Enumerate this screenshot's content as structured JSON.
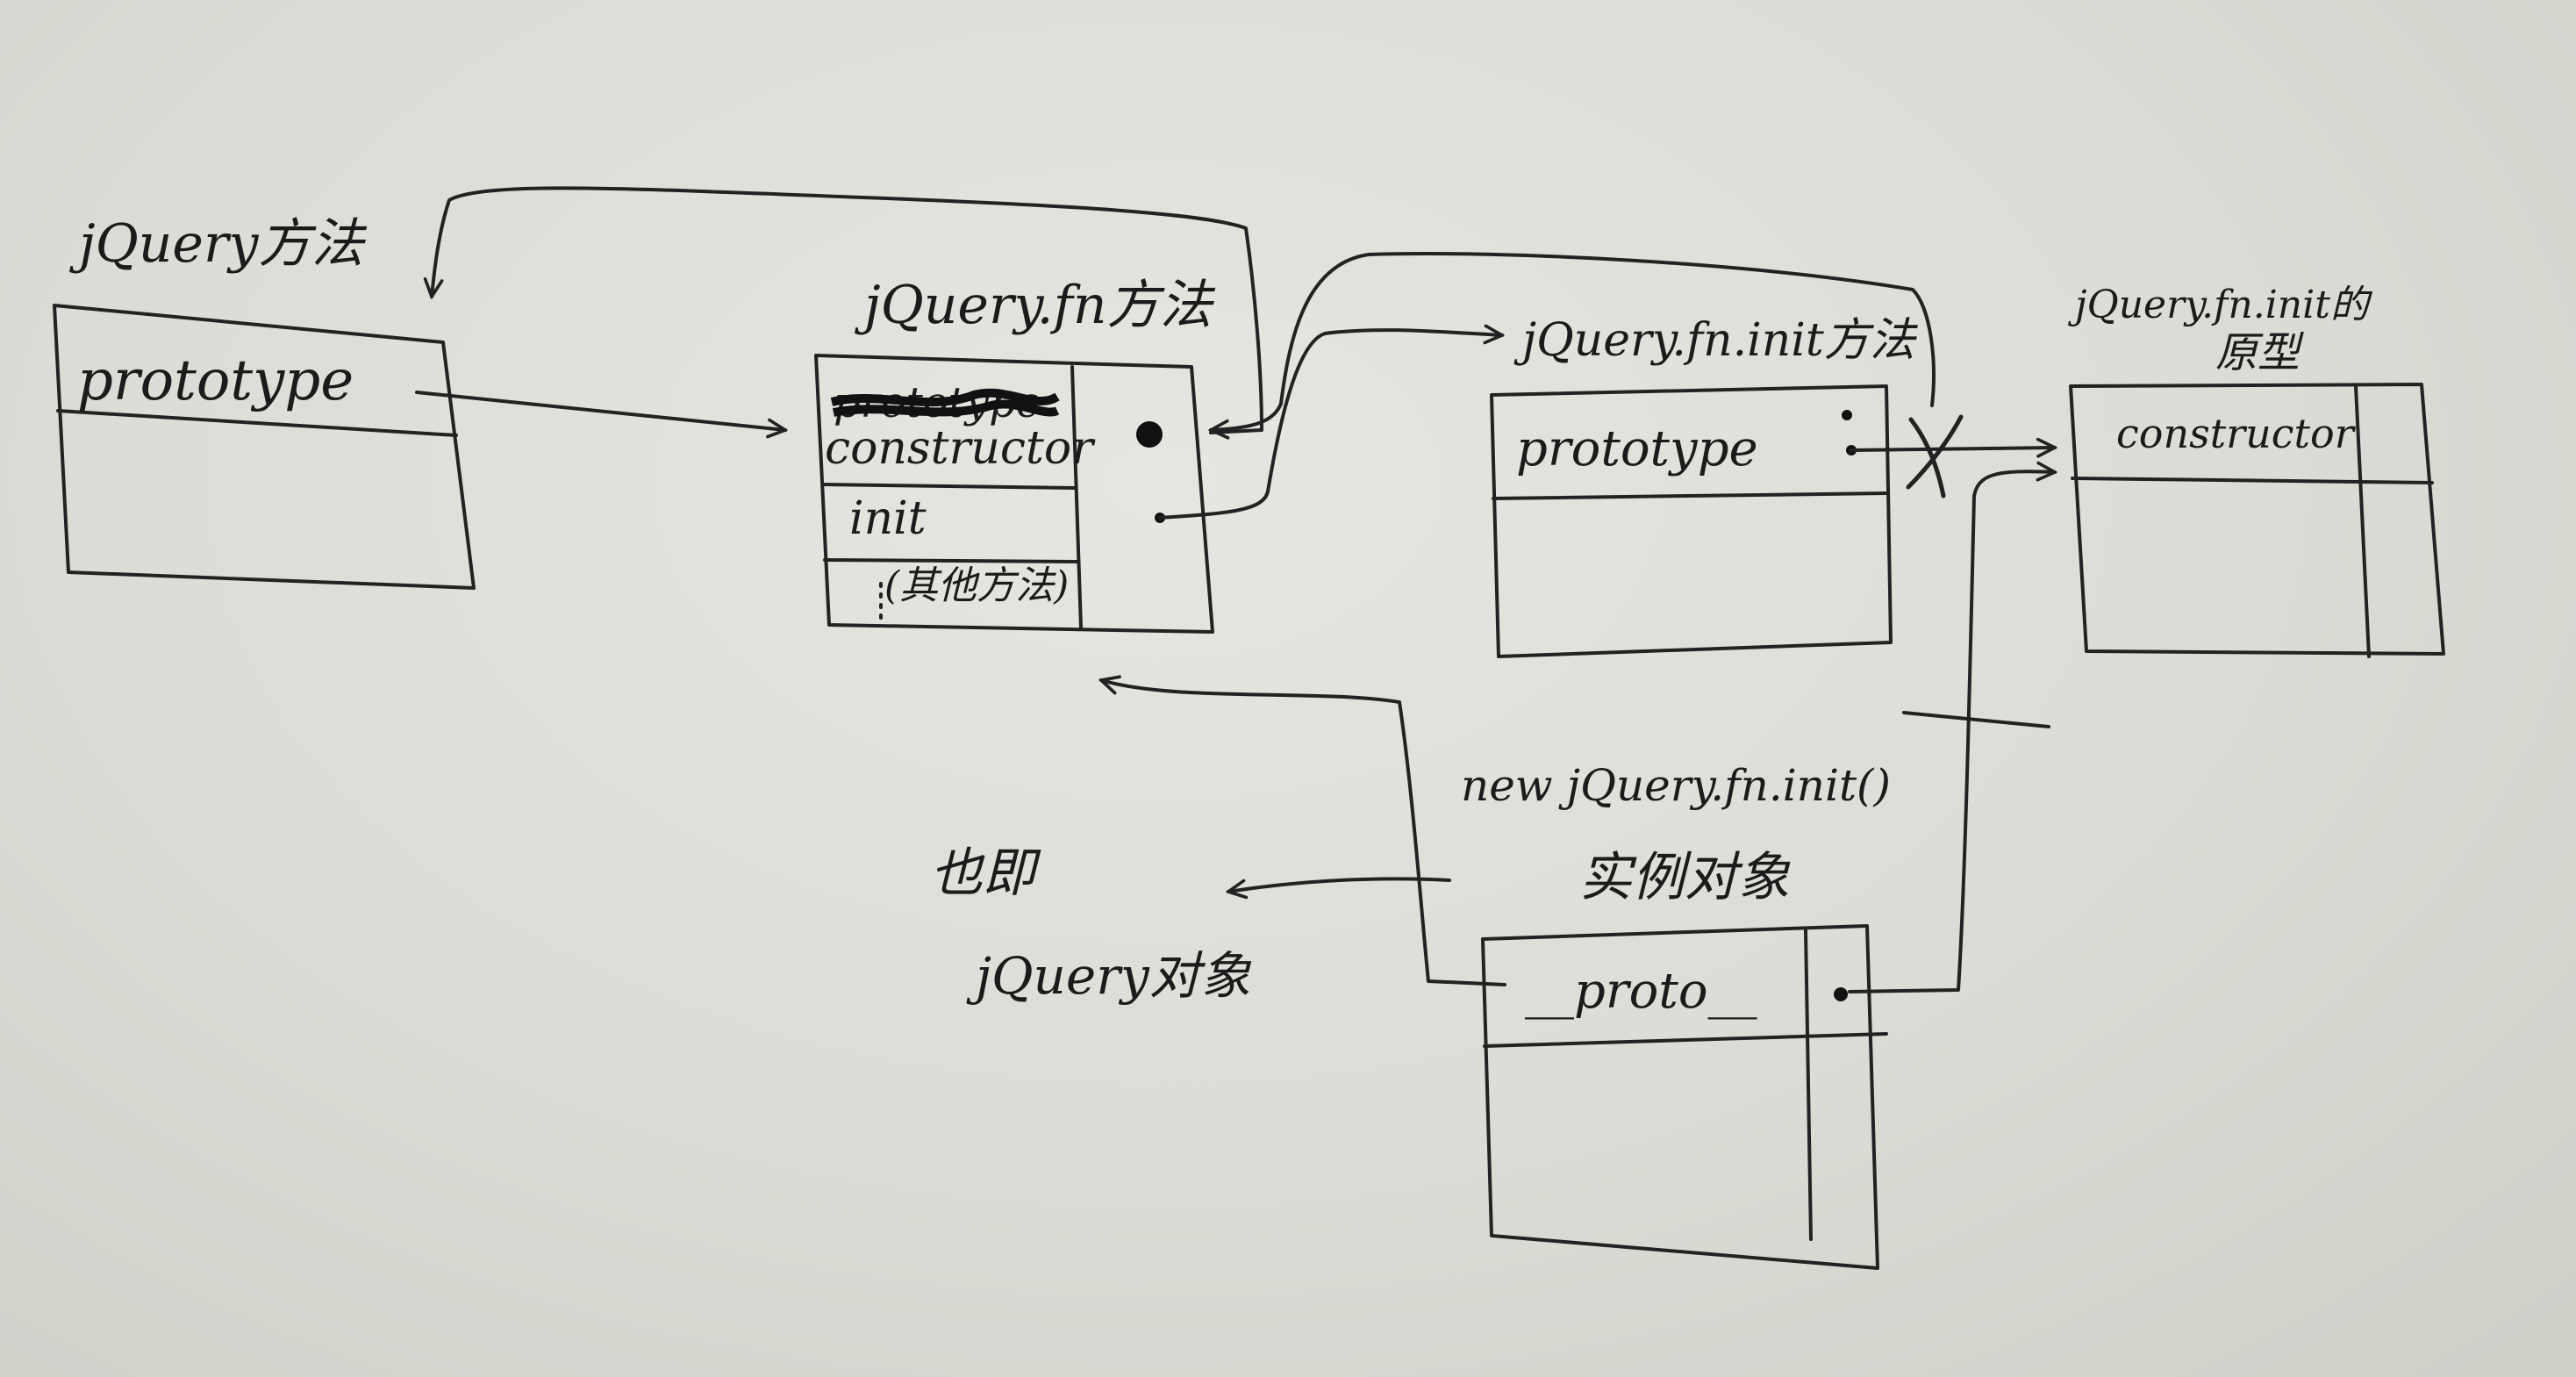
{
  "labels": {
    "jquery_method": "jQuery方法",
    "jquery_fn_method": "jQuery.fn方法",
    "jquery_fn_init_method": "jQuery.fn.init方法",
    "init_prototype_line1": "jQuery.fn.init的",
    "init_prototype_line2": "原型",
    "new_expression": "new jQuery.fn.init()",
    "instance_label": "实例对象",
    "also_known_as": "也即",
    "jquery_object": "jQuery对象"
  },
  "boxes": {
    "jquery": {
      "field": "prototype"
    },
    "jquery_fn": {
      "struck_field": "prototype",
      "field_constructor": "constructor",
      "field_init": "init",
      "field_other": "(其他方法)"
    },
    "jquery_fn_init": {
      "field": "prototype"
    },
    "init_prototype": {
      "field": "constructor"
    },
    "instance": {
      "field": "__proto__"
    }
  },
  "annotations": {
    "broken_link_mark": "X"
  },
  "colors": {
    "ink": "#1b1b1b",
    "paper": "#dcdcd6"
  }
}
